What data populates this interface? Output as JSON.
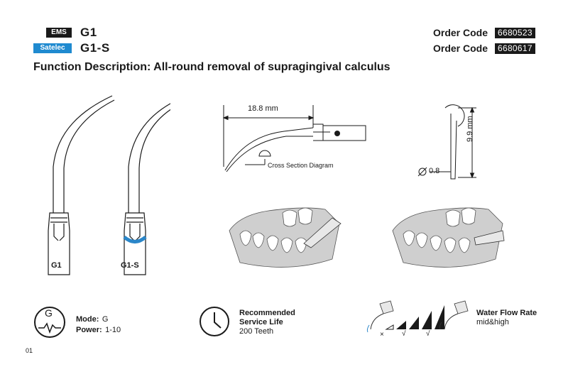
{
  "header": {
    "rows": [
      {
        "brand": "EMS",
        "model": "G1",
        "order_label": "Order Code",
        "order_code": "6680523"
      },
      {
        "brand": "Satelec",
        "model": "G1-S",
        "order_label": "Order Code",
        "order_code": "6680617"
      }
    ],
    "colors": {
      "ems_badge": "#1a1a1a",
      "satelec_badge": "#1f8ad0"
    }
  },
  "title": "Function Description: All-round removal of supragingival calculus",
  "tips": [
    {
      "label": "G1"
    },
    {
      "label": "G1-S",
      "ring_color": "#2a86c9"
    }
  ],
  "diagram": {
    "length": "18.8 mm",
    "cross_section": "Cross Section Diagram",
    "diameter": "0.8",
    "height": "9.9 mm"
  },
  "specs": {
    "mode_icon_letter": "G",
    "mode_label": "Mode:",
    "mode_value": "G",
    "power_label": "Power:",
    "power_value": "1-10",
    "life_label_1": "Recommended",
    "life_label_2": "Service Life",
    "life_value": "200 Teeth",
    "water_label": "Water Flow Rate",
    "water_value": "mid&high",
    "water_marks": [
      "×",
      "√",
      "√"
    ]
  },
  "page_number": "01"
}
